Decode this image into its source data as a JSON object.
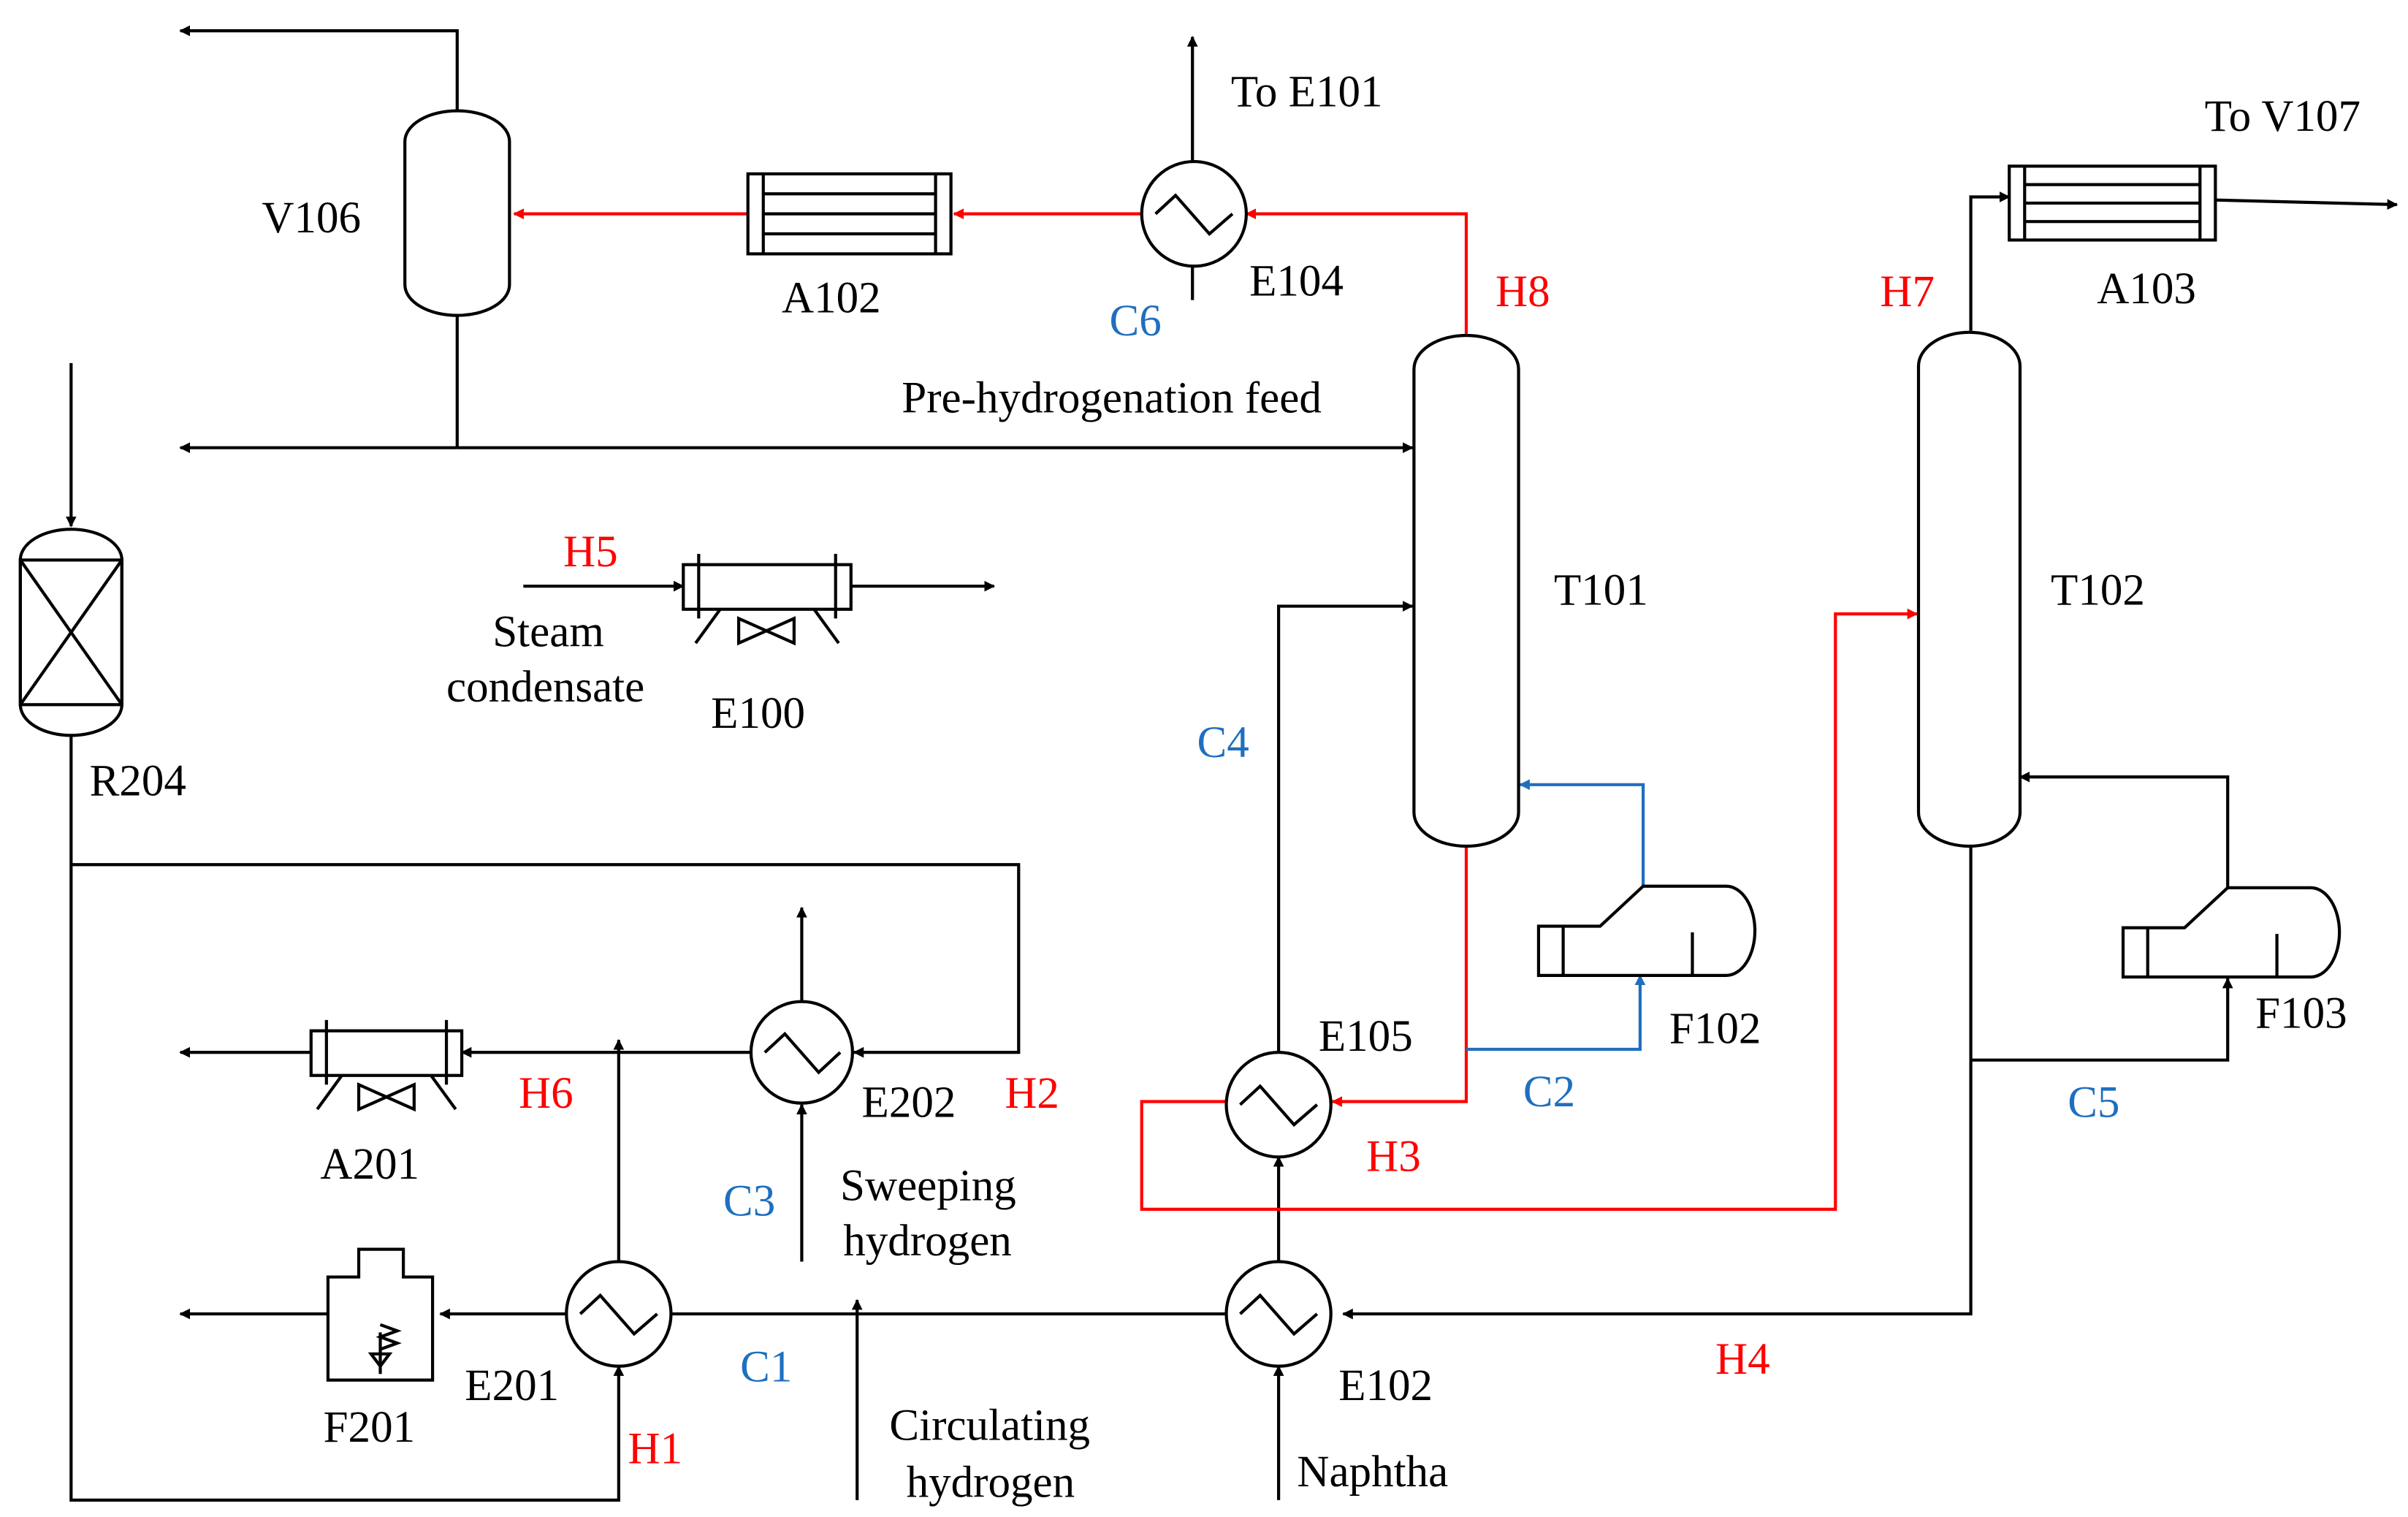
{
  "colors": {
    "hot_stream": "#ff0000",
    "cold_stream": "#1f6fbf",
    "equipment": "#000000"
  },
  "equipment": {
    "V106": "V106",
    "A102": "A102",
    "E104": "E104",
    "T101": "T101",
    "T102": "T102",
    "A103": "A103",
    "R204": "R204",
    "E100": "E100",
    "A201": "A201",
    "E202": "E202",
    "E105": "E105",
    "F102": "F102",
    "F103": "F103",
    "F201": "F201",
    "E201": "E201",
    "E102": "E102"
  },
  "hot_streams": {
    "H1": "H1",
    "H2": "H2",
    "H3": "H3",
    "H4": "H4",
    "H5": "H5",
    "H6": "H6",
    "H7": "H7",
    "H8": "H8"
  },
  "cold_streams": {
    "C1": "C1",
    "C2": "C2",
    "C3": "C3",
    "C4": "C4",
    "C5": "C5",
    "C6": "C6"
  },
  "annotations": {
    "to_e101": "To E101",
    "to_v107": "To V107",
    "pre_hydrogenation_feed": "Pre-hydrogenation feed",
    "steam": "Steam",
    "condensate": "condensate",
    "sweeping": "Sweeping",
    "sweeping_hydrogen": "hydrogen",
    "circulating": "Circulating",
    "circulating_hydrogen": "hydrogen",
    "naphtha": "Naphtha"
  }
}
